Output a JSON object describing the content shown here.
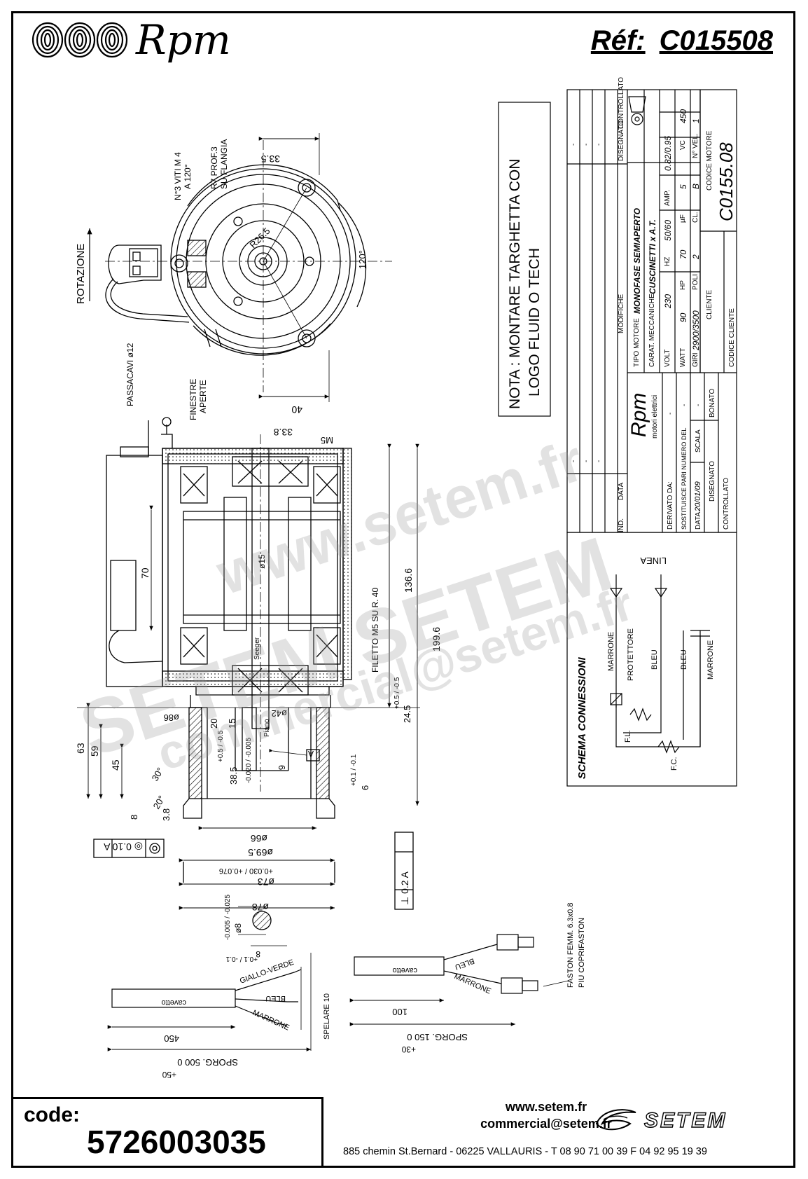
{
  "header": {
    "brand": "Rpm",
    "ref_label": "Réf:",
    "ref_value": "C015508"
  },
  "note": {
    "line1": "NOTA : MONTARE TARGHETTA CON",
    "line2": "LOGO FLUID O TECH"
  },
  "top_view": {
    "viti": "N°3 VITI M 4",
    "angle": "A 120°",
    "prof": "R7 PROF.3",
    "flangia": "SU FLANGIA",
    "dim_335": "33.5",
    "r265": "R26.5",
    "dim_120": "120°",
    "dim_40": "40",
    "passacavi": "PASSACAVI ø12",
    "rotazione": "ROTAZIONE"
  },
  "side_view": {
    "finestre": "FINESTRE",
    "aperte": "APERTE",
    "dim_338": "33.8",
    "m5": "M5",
    "d15": "ø15",
    "d70": "70",
    "d1366": "136.6",
    "d1996": "199.6",
    "filetto": "FILETTO M5 SU R. 40",
    "seeger": "Seeger",
    "piano": "Piano",
    "d63": "63",
    "d59": "59",
    "d45": "45",
    "d20": "20",
    "d15b": "15",
    "d385": "38.5",
    "tol_385": "-0.020 / -0.005",
    "tol_05": "+0.5 / -0.5",
    "d245": "24.5",
    "tol_245": "+0.5 / -0.5",
    "d6": "6",
    "d6b": "6",
    "tol_6": "+0.1 / -0.1",
    "d8": "8",
    "d38": "3.8",
    "ang30": "30°",
    "ang20": "20°",
    "d86": "ø86",
    "d42": "ø42",
    "d66": "ø66",
    "d695": "ø69.5",
    "tol_695": "+0.030 / +0.076",
    "d73": "ø73",
    "d78": "ø78",
    "datum_a": "A",
    "conc": "◎ 0.10 A",
    "perp": "⊥ 0.2 A"
  },
  "shaft": {
    "d8": "ø8",
    "tol": "-0.005 / -0.025",
    "d8b": "8",
    "tol2": "+0.1 / -0.1"
  },
  "cables": {
    "cavetto": "cavetto",
    "giallo": "GIALLO-VERDE",
    "bleu": "BLEU",
    "marrone": "MARRONE",
    "d450": "450",
    "sporg500": "SPORG. 500 0",
    "tol50": "+50",
    "spelare": "SPELARE 10",
    "d100": "100",
    "sporg150": "SPORG. 150 0",
    "tol30": "+30",
    "faston": "FASTON FEMM. 6.3x0.8",
    "coprifaston": "PIU COPRIFASTON"
  },
  "title_block": {
    "modifiche": "MODIFICHE",
    "disegnato": "DISEGNATO",
    "controllato": "CONTROLLATO",
    "ind": "IND.",
    "data": "DATA",
    "tipo_motore_label": "TIPO MOTORE",
    "tipo_motore": "MONOFASE SEMIAPERTO",
    "carat_label": "CARAT. MECCANICHE",
    "carat": "CUSCINETTI x A.T.",
    "volt_label": "VOLT",
    "volt": "230",
    "hz_label": "HZ",
    "hz": "50/60",
    "amp_label": "AMP.",
    "amp": "0.82/0.95",
    "watt_label": "WATT",
    "watt": "90",
    "hp_label": "HP",
    "hp": "70",
    "uf_label": "µF",
    "uf": "5",
    "vc_label": "VC",
    "vc": "450",
    "giri_label": "GIRI",
    "giri": "2900/3500",
    "poli_label": "POLI",
    "poli": "2",
    "cl_label": "CL.",
    "cl": "B",
    "nvel_label": "N° VEL.",
    "nvel": "1",
    "cliente_label": "CLIENTE",
    "codice_motore_label": "CODICE MOTORE",
    "codice_motore": "C0155.08",
    "codice_cliente_label": "CODICE CLIENTE",
    "company": "Rpm",
    "company_sub": "motori elettrici",
    "derivato": "DERIVATO DA:",
    "sostituisce": "SOSTITUISCE PARI NUMERO DEL",
    "data_label": "DATA",
    "data_value": "20/01/09",
    "scala_label": "SCALA",
    "disegnato2": "DISEGNATO",
    "bonato": "BONATO",
    "controllato2": "CONTROLLATO",
    "dash": "-"
  },
  "schema": {
    "title": "SCHEMA CONNESSIONI",
    "linea": "LINEA",
    "marrone": "MARRONE",
    "protettore": "PROTETTORE",
    "bleu": "BLEU",
    "bleu2": "BLEU",
    "marrone2": "MARRONE",
    "fl": "F.L.",
    "fc": "F.C."
  },
  "watermarks": {
    "w1": "www.setem.fr",
    "w2": "SETEM SETEM",
    "w3": "commercial@setem.fr"
  },
  "footer": {
    "code_label": "code:",
    "code_value": "5726003035",
    "web": "www.setem.fr",
    "mail": "commercial@setem.fr",
    "address": "885 chemin St.Bernard  -  06225 VALLAURIS  -  T 08 90 71 00 39   F 04 92 95 19 39",
    "brand": "SETEM"
  }
}
